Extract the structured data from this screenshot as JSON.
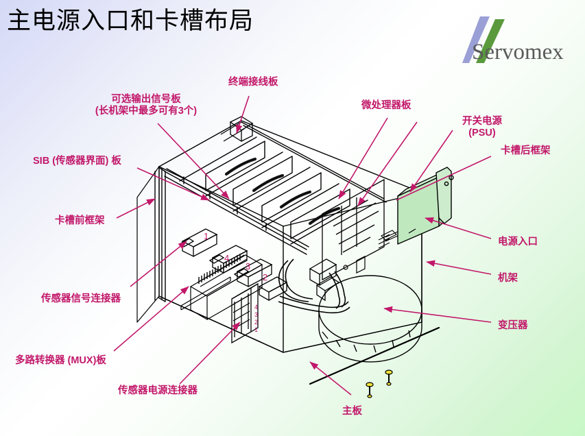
{
  "slide": {
    "title": "主电源入口和卡槽布局",
    "background_from": "#d4d9f6",
    "background_to": "#c8f8c6"
  },
  "logo": {
    "wordmark": "Servomex",
    "slash_left_color": "#9a9fd6",
    "slash_right_color": "#5a9a3c",
    "text_color": "#5a5a5a"
  },
  "callouts": {
    "color": "#c2186a",
    "items": [
      {
        "id": "optional-output-board",
        "line1": "可选输出信号板",
        "line2": "(长机架中最多可有3个)"
      },
      {
        "id": "terminal-board",
        "line1": "终端接线板",
        "line2": ""
      },
      {
        "id": "microprocessor-board",
        "line1": "微处理器板",
        "line2": ""
      },
      {
        "id": "switching-psu",
        "line1": "开关电源",
        "line2": "(PSU)"
      },
      {
        "id": "card-cage-rear-frame",
        "line1": "卡槽后框架",
        "line2": ""
      },
      {
        "id": "sib-board",
        "line1": "SIB (传感器界面) 板",
        "line2": ""
      },
      {
        "id": "card-cage-front-frame",
        "line1": "卡槽前框架",
        "line2": ""
      },
      {
        "id": "power-inlet",
        "line1": "电源入口",
        "line2": ""
      },
      {
        "id": "chassis",
        "line1": "机架",
        "line2": ""
      },
      {
        "id": "transformer",
        "line1": "变压器",
        "line2": ""
      },
      {
        "id": "sensor-signal-connector",
        "line1": "传感器信号连接器",
        "line2": ""
      },
      {
        "id": "mux-board",
        "line1": "多路转换器 (MUX)板",
        "line2": ""
      },
      {
        "id": "sensor-power-connector",
        "line1": "传感器电源连接器",
        "line2": ""
      },
      {
        "id": "motherboard",
        "line1": "主板",
        "line2": ""
      }
    ]
  },
  "diagram": {
    "connector_numbers_top": [
      "1",
      "4",
      "3",
      "2"
    ],
    "connector_numbers_stack": [
      "4",
      "3",
      "2",
      "1"
    ],
    "psu_fill": "#bfe8bf",
    "line_color": "#000000",
    "screw_color": "#f2e23a"
  }
}
